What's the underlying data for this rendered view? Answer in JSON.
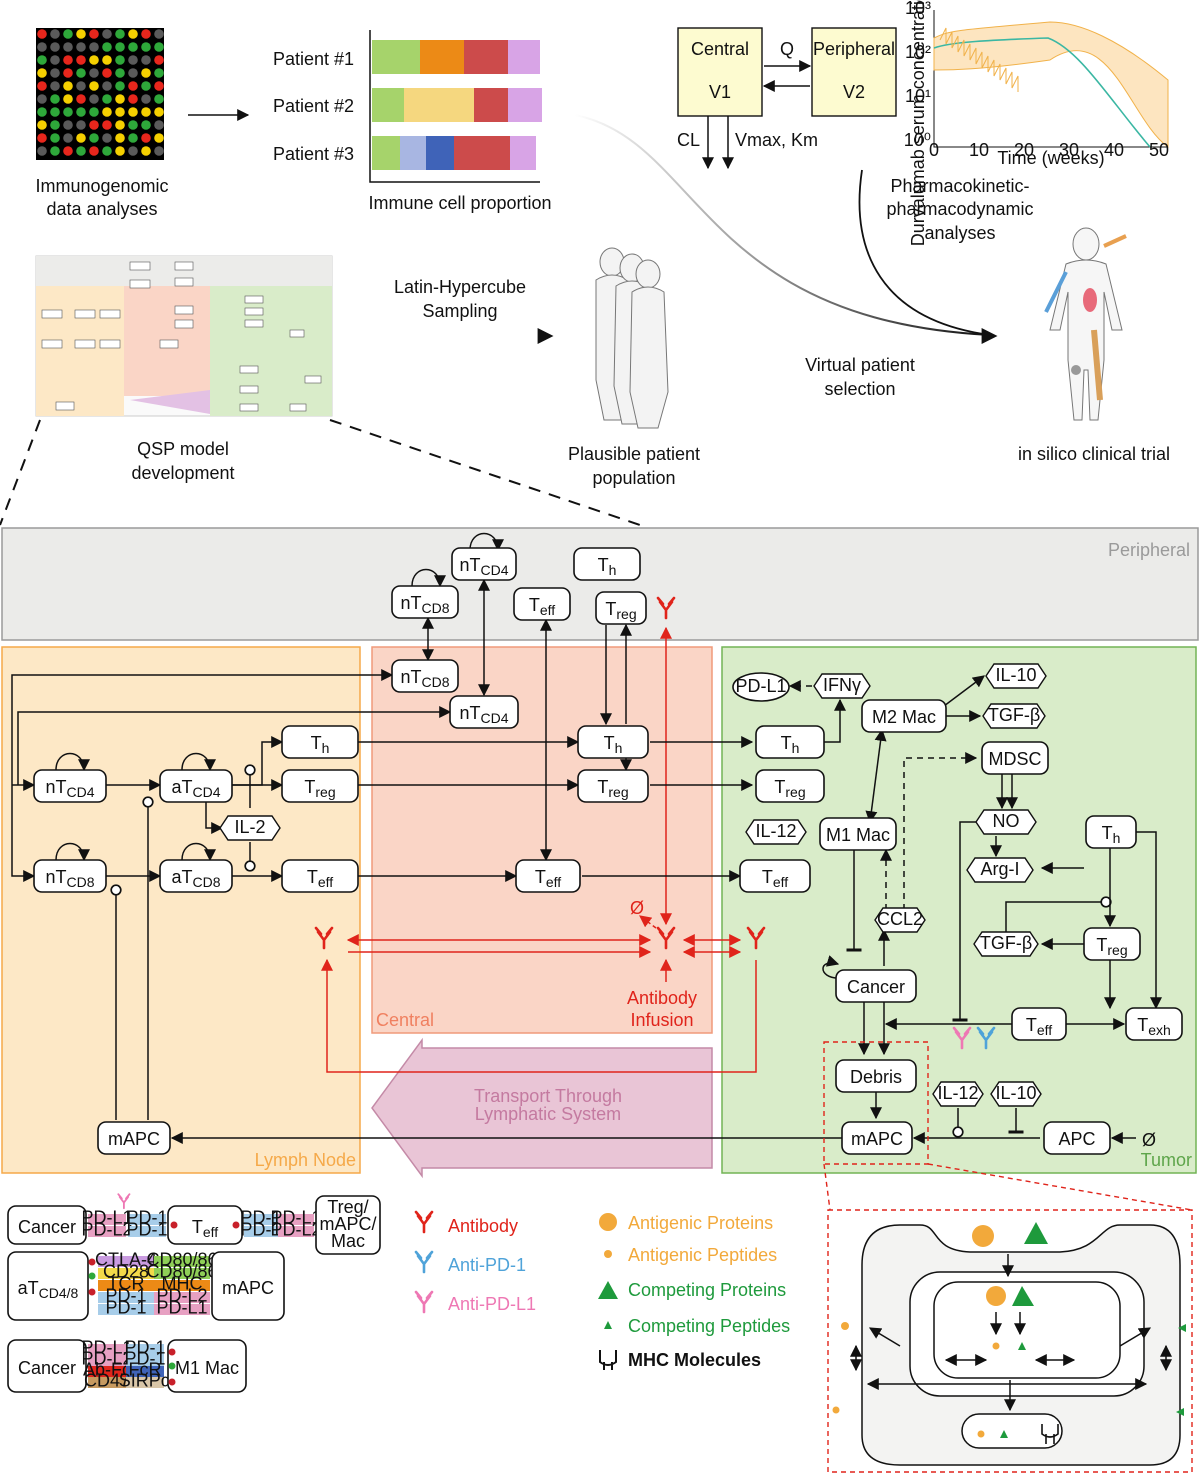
{
  "top": {
    "immuno_label": [
      "Immunogenomic",
      "data analyses"
    ],
    "patients": [
      "Patient #1",
      "Patient #2",
      "Patient #3"
    ],
    "proportion_label": "Immune cell proportion",
    "pk": {
      "central": "Central",
      "v1": "V1",
      "peripheral": "Peripheral",
      "v2": "V2",
      "q": "Q",
      "cl": "CL",
      "vmax": "Vmax, Km"
    },
    "pk_chart_ylabel": "Durvalumab serum concentration (µg/mL)",
    "pk_chart_xlabel": "Time (weeks)",
    "pk_chart_xticks": [
      "0",
      "10",
      "20",
      "30",
      "40",
      "50"
    ],
    "pk_chart_yticks": [
      "10³",
      "10²",
      "10¹",
      "10⁰"
    ],
    "pkpd_label": [
      "Pharmacokinetic-",
      "pharmacodynamic",
      "analyses"
    ],
    "lhs_label": [
      "Latin-Hypercube",
      "Sampling"
    ],
    "qsp_label": [
      "QSP model",
      "development"
    ],
    "plausible_label": [
      "Plausible patient",
      "population"
    ],
    "virtual_label": [
      "Virtual patient",
      "selection"
    ],
    "insilico_label": "in silico clinical trial"
  },
  "compartments": {
    "peripheral": "Peripheral",
    "lymph": "Lymph Node",
    "central": "Central",
    "tumor": "Tumor",
    "transport": [
      "Transport Through",
      "Lymphatic System"
    ],
    "infusion": [
      "Antibody",
      "Infusion"
    ]
  },
  "nodes": {
    "nT": "nT",
    "aT": "aT",
    "T": "T",
    "CD4": "CD4",
    "CD8": "CD8",
    "h": "h",
    "reg": "reg",
    "eff": "eff",
    "exh": "exh",
    "IL2": "IL-2",
    "mAPC": "mAPC",
    "PDL1": "PD-L1",
    "IFNg": "IFNγ",
    "M2": "M2 Mac",
    "IL10": "IL-10",
    "TGFb": "TGF-β",
    "MDSC": "MDSC",
    "NO": "NO",
    "ArgI": "Arg-I",
    "IL12": "IL-12",
    "M1": "M1 Mac",
    "CCL2": "CCL2",
    "Cancer": "Cancer",
    "Debris": "Debris",
    "APC": "APC",
    "null": "Ø"
  },
  "legend": {
    "antibody": "Antibody",
    "antipd1": "Anti-PD-1",
    "antipdl1": "Anti-PD-L1",
    "ag_proteins": "Antigenic Proteins",
    "ag_peptides": "Antigenic Peptides",
    "comp_proteins": "Competing Proteins",
    "comp_peptides": "Competing Peptides",
    "mhc": "MHC Molecules"
  },
  "synapse": {
    "row1": {
      "left": "Cancer",
      "mid": "T",
      "mid_sub": "eff",
      "right": [
        "Treg/",
        "mAPC/",
        "Mac"
      ],
      "a": [
        "PD-L1",
        "PD-L2"
      ],
      "b": [
        "PD-1",
        "PD-1"
      ],
      "c": [
        "PD-1",
        "PD-1"
      ],
      "d": [
        "PD-L1",
        "PD-L2"
      ]
    },
    "row2": {
      "left": "aT",
      "left_sub": "CD4/8",
      "right": "mAPC",
      "a": [
        "CTLA-4",
        "CD28",
        "TCR",
        "PD-1",
        "PD-1"
      ],
      "b": [
        "CD80/86",
        "CD80/86",
        "MHC",
        "PD-L2",
        "PD-L1"
      ]
    },
    "row3": {
      "left": "Cancer",
      "right": "M1 Mac",
      "a": [
        "PD-L1",
        "PD-L2",
        "Ab-Fc",
        "CD47"
      ],
      "b": [
        "PD-1",
        "PD-1",
        "FcR",
        "SIRPα"
      ]
    }
  },
  "colors": {
    "green": "#a6d36b",
    "orange": "#ec8a16",
    "red": "#cc4b4b",
    "violet": "#d8a4e6",
    "yellow": "#f5d77f",
    "lightblue": "#a8b6e2",
    "blue": "#3f63b8",
    "peripheral_bg": "#ebebe9",
    "lymph_bg": "#fde8c6",
    "central_bg": "#fad5c6",
    "tumor_bg": "#d9ecc9",
    "antibody": "#e0241b",
    "antipd1": "#4fa3d9",
    "antipdl1": "#ee78b4",
    "antigen": "#f2a93b",
    "competing": "#1e9a3c"
  }
}
